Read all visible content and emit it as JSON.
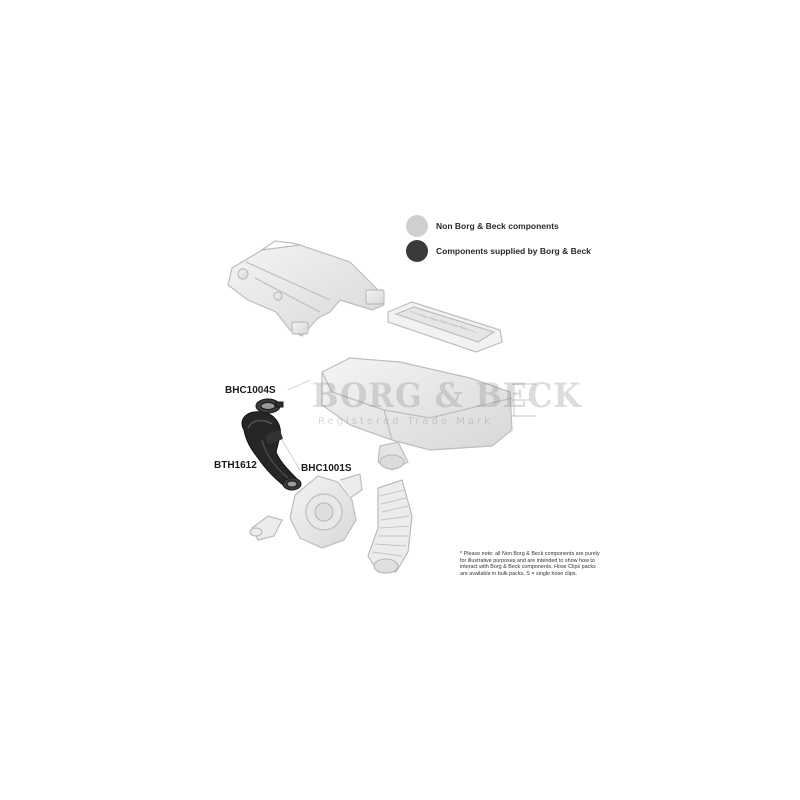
{
  "legend": {
    "non_borg": {
      "label": "Non Borg & Beck components",
      "color": "#cfcfcf"
    },
    "borg": {
      "label": "Components supplied by Borg & Beck",
      "color": "#3a3a3a"
    }
  },
  "parts": {
    "bhc1004s": "BHC1004S",
    "bth1612": "BTH1612",
    "bhc1001s": "BHC1001S"
  },
  "watermark": {
    "brand": "BORG & BECK",
    "tagline": "Registered Trade Mark"
  },
  "note": "* Please note: all Non Borg & Beck components are purely for illustrative purposes and are intended to show how to interact with Borg & Beck components. Hose Clips packs are available in bulk packs, S = single hose clips."
}
